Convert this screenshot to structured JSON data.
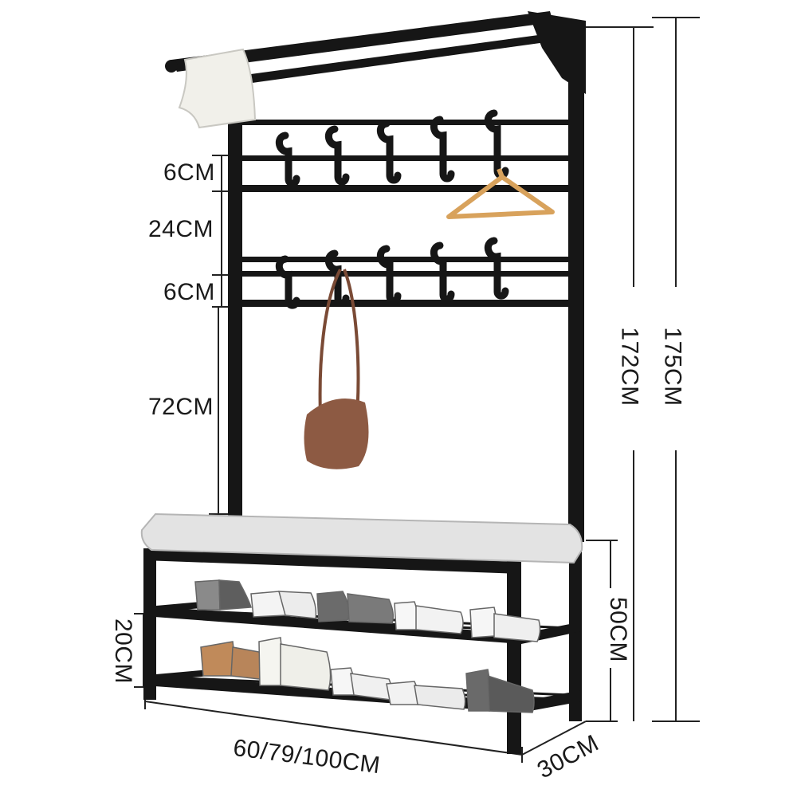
{
  "dimensions": {
    "hook_row_gap_top": "6CM",
    "hook_rows_spacing": "24CM",
    "hook_row_gap_bottom": "6CM",
    "hook_to_seat": "72CM",
    "inner_height": "172CM",
    "total_height": "175CM",
    "seat_height": "50CM",
    "shelf_spacing": "20CM",
    "width_options": "60/79/100CM",
    "depth": "30CM"
  },
  "colors": {
    "frame": "#161616",
    "seat": "#e3e3e3",
    "hanger": "#d8a25c",
    "bag": "#8d5a43",
    "towel": "#f1f0ea"
  }
}
